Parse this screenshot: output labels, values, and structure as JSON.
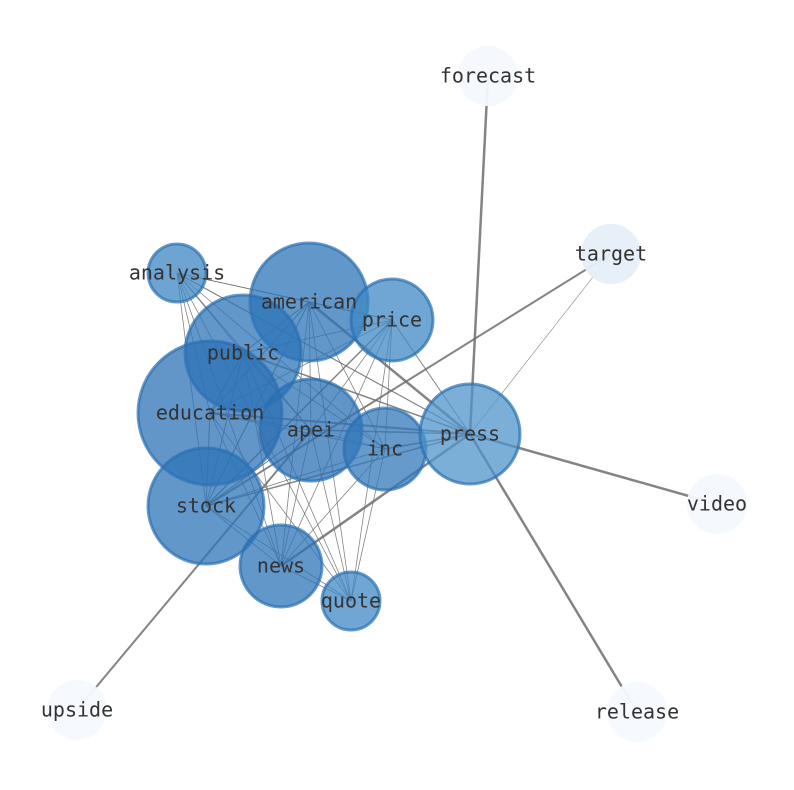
{
  "graph": {
    "nodes": [
      {
        "id": "forecast",
        "label": "forecast",
        "weight": 0.02,
        "color": "#f4f8fc"
      },
      {
        "id": "target",
        "label": "target",
        "weight": 0.12,
        "color": "#e6eef8"
      },
      {
        "id": "analysis",
        "label": "analysis",
        "weight": 0.6,
        "color": "#3e86c2"
      },
      {
        "id": "american",
        "label": "american",
        "weight": 0.8,
        "color": "#2e74b8"
      },
      {
        "id": "price",
        "label": "price",
        "weight": 0.62,
        "color": "#3f88c4"
      },
      {
        "id": "public",
        "label": "public",
        "weight": 0.8,
        "color": "#2e74b8"
      },
      {
        "id": "education",
        "label": "education",
        "weight": 0.82,
        "color": "#2e72b6"
      },
      {
        "id": "apei",
        "label": "apei",
        "weight": 0.84,
        "color": "#2c70b4"
      },
      {
        "id": "inc",
        "label": "inc",
        "weight": 0.76,
        "color": "#3178ba"
      },
      {
        "id": "press",
        "label": "press",
        "weight": 0.55,
        "color": "#4f94c9"
      },
      {
        "id": "video",
        "label": "video",
        "weight": 0.02,
        "color": "#f4f8fc"
      },
      {
        "id": "stock",
        "label": "stock",
        "weight": 0.8,
        "color": "#2e74b8"
      },
      {
        "id": "news",
        "label": "news",
        "weight": 0.8,
        "color": "#2e74b8"
      },
      {
        "id": "quote",
        "label": "quote",
        "weight": 0.62,
        "color": "#3f88c4"
      },
      {
        "id": "upside",
        "label": "upside",
        "weight": 0.01,
        "color": "#f6f9fd"
      },
      {
        "id": "release",
        "label": "release",
        "weight": 0.01,
        "color": "#f6f9fd"
      }
    ],
    "edges": [
      {
        "s": "forecast",
        "t": "press",
        "w": 2.5
      },
      {
        "s": "target",
        "t": "stock",
        "w": 2
      },
      {
        "s": "target",
        "t": "press",
        "w": 0.6
      },
      {
        "s": "press",
        "t": "video",
        "w": 2.5
      },
      {
        "s": "press",
        "t": "release",
        "w": 2.5
      },
      {
        "s": "upside",
        "t": "apei",
        "w": 2
      },
      {
        "s": "press",
        "t": "american",
        "w": 2.5
      },
      {
        "s": "press",
        "t": "education",
        "w": 2
      },
      {
        "s": "press",
        "t": "news",
        "w": 2.5
      },
      {
        "s": "press",
        "t": "stock",
        "w": 1.5
      },
      {
        "s": "press",
        "t": "public",
        "w": 1.5
      },
      {
        "s": "press",
        "t": "apei",
        "w": 1.5
      },
      {
        "s": "press",
        "t": "inc",
        "w": 1.5
      },
      {
        "s": "press",
        "t": "analysis",
        "w": 1.2
      },
      {
        "s": "press",
        "t": "price",
        "w": 1
      },
      {
        "s": "analysis",
        "t": "american",
        "w": 0.8
      },
      {
        "s": "analysis",
        "t": "price",
        "w": 0.8
      },
      {
        "s": "analysis",
        "t": "public",
        "w": 0.8
      },
      {
        "s": "analysis",
        "t": "education",
        "w": 0.8
      },
      {
        "s": "analysis",
        "t": "apei",
        "w": 0.8
      },
      {
        "s": "analysis",
        "t": "inc",
        "w": 0.8
      },
      {
        "s": "analysis",
        "t": "stock",
        "w": 0.8
      },
      {
        "s": "analysis",
        "t": "news",
        "w": 0.8
      },
      {
        "s": "analysis",
        "t": "quote",
        "w": 0.8
      },
      {
        "s": "american",
        "t": "price",
        "w": 0.8
      },
      {
        "s": "american",
        "t": "public",
        "w": 1
      },
      {
        "s": "american",
        "t": "education",
        "w": 1
      },
      {
        "s": "american",
        "t": "apei",
        "w": 0.8
      },
      {
        "s": "american",
        "t": "inc",
        "w": 0.8
      },
      {
        "s": "american",
        "t": "stock",
        "w": 1.2
      },
      {
        "s": "american",
        "t": "news",
        "w": 0.8
      },
      {
        "s": "american",
        "t": "quote",
        "w": 0.8
      },
      {
        "s": "price",
        "t": "public",
        "w": 0.8
      },
      {
        "s": "price",
        "t": "education",
        "w": 0.8
      },
      {
        "s": "price",
        "t": "apei",
        "w": 0.8
      },
      {
        "s": "price",
        "t": "inc",
        "w": 0.8
      },
      {
        "s": "price",
        "t": "stock",
        "w": 1.5
      },
      {
        "s": "price",
        "t": "news",
        "w": 0.8
      },
      {
        "s": "price",
        "t": "quote",
        "w": 0.8
      },
      {
        "s": "public",
        "t": "education",
        "w": 1
      },
      {
        "s": "public",
        "t": "apei",
        "w": 1
      },
      {
        "s": "public",
        "t": "inc",
        "w": 0.8
      },
      {
        "s": "public",
        "t": "stock",
        "w": 1
      },
      {
        "s": "public",
        "t": "news",
        "w": 0.8
      },
      {
        "s": "public",
        "t": "quote",
        "w": 0.8
      },
      {
        "s": "education",
        "t": "apei",
        "w": 1
      },
      {
        "s": "education",
        "t": "inc",
        "w": 0.8
      },
      {
        "s": "education",
        "t": "stock",
        "w": 1
      },
      {
        "s": "education",
        "t": "news",
        "w": 0.8
      },
      {
        "s": "education",
        "t": "quote",
        "w": 0.8
      },
      {
        "s": "apei",
        "t": "inc",
        "w": 0.8
      },
      {
        "s": "apei",
        "t": "stock",
        "w": 1
      },
      {
        "s": "apei",
        "t": "news",
        "w": 0.8
      },
      {
        "s": "apei",
        "t": "quote",
        "w": 0.8
      },
      {
        "s": "inc",
        "t": "stock",
        "w": 0.8
      },
      {
        "s": "inc",
        "t": "news",
        "w": 0.8
      },
      {
        "s": "inc",
        "t": "quote",
        "w": 0.8
      },
      {
        "s": "stock",
        "t": "news",
        "w": 0.8
      },
      {
        "s": "stock",
        "t": "quote",
        "w": 0.8
      },
      {
        "s": "news",
        "t": "quote",
        "w": 0.8
      }
    ]
  }
}
